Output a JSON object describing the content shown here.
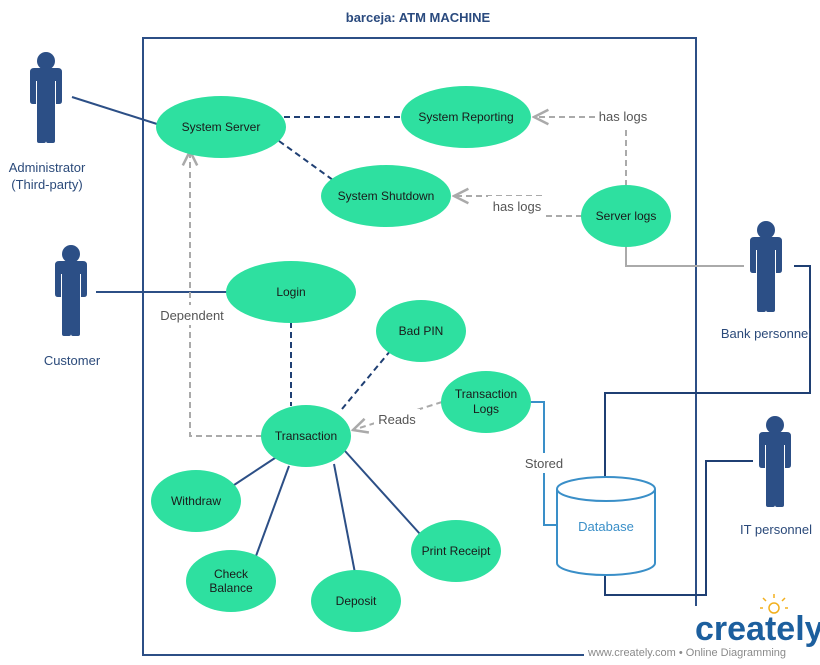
{
  "title": "barceja: ATM MACHINE",
  "colors": {
    "use_case_fill": "#2ee0a0",
    "actor": "#2c4f86",
    "boundary": "#2c4f86",
    "dashed_dark": "#1f3f73",
    "dashed_gray": "#aaaaaa",
    "database": "#3a8fc8",
    "brand": "#1c5f9e"
  },
  "actors": {
    "administrator": {
      "line1": "Administrator",
      "line2": "(Third-party)"
    },
    "customer": {
      "label": "Customer"
    },
    "bank_personnel": {
      "label": "Bank personnel"
    },
    "it_personnel": {
      "label": "IT personnel"
    }
  },
  "use_cases": {
    "system_server": "System Server",
    "system_reporting": "System Reporting",
    "system_shutdown": "System Shutdown",
    "server_logs": "Server logs",
    "login": "Login",
    "bad_pin": "Bad PIN",
    "transaction_logs": {
      "line1": "Transaction",
      "line2": "Logs"
    },
    "transaction": "Transaction",
    "withdraw": "Withdraw",
    "check_balance": {
      "line1": "Check",
      "line2": "Balance"
    },
    "deposit": "Deposit",
    "print_receipt": "Print Receipt"
  },
  "database": {
    "label": "Database"
  },
  "edge_labels": {
    "has_logs_1": "has logs",
    "has_logs_2": "has logs",
    "dependent": "Dependent",
    "reads": "Reads",
    "stored": "Stored"
  },
  "branding": {
    "logo_text": "creately",
    "footer": "www.creately.com • Online Diagramming",
    "logo_icon": "lightbulb-icon"
  }
}
